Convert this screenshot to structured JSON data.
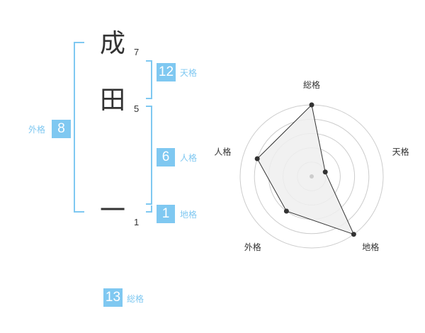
{
  "name": {
    "chars": [
      {
        "char": "成",
        "strokes": "7"
      },
      {
        "char": "田",
        "strokes": "5"
      },
      {
        "char": "一",
        "strokes": "1"
      }
    ]
  },
  "fortunes": {
    "tenkaku": {
      "value": "12",
      "label": "天格"
    },
    "jinkaku": {
      "value": "6",
      "label": "人格"
    },
    "chikaku": {
      "value": "1",
      "label": "地格"
    },
    "gaikaku": {
      "value": "8",
      "label": "外格"
    },
    "soukaku": {
      "value": "13",
      "label": "総格"
    }
  },
  "colors": {
    "accent": "#7fc8f1",
    "text": "#333333",
    "radar_fill": "#eeeeee",
    "ring": "#cccccc"
  },
  "chart_data": {
    "type": "radar",
    "axes": [
      "総格",
      "天格",
      "地格",
      "外格",
      "人格"
    ],
    "values": [
      5,
      1,
      5,
      3,
      4
    ],
    "rmax": 5,
    "ring_count": 5
  }
}
